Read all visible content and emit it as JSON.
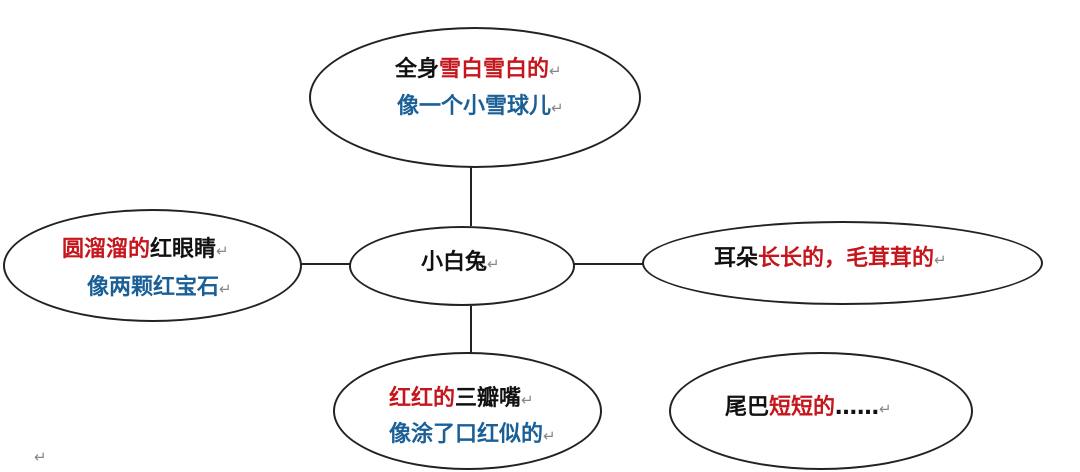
{
  "center": {
    "text": "小白兔"
  },
  "top": {
    "line1": {
      "p1": "全身",
      "p2": "雪白雪白的"
    },
    "line2": "像一个小雪球儿"
  },
  "left": {
    "line1": {
      "p1": "圆溜溜的",
      "p2": "红眼睛"
    },
    "line2": "像两颗红宝石"
  },
  "right": {
    "line1": {
      "p1": "耳朵",
      "p2": "长长的，毛茸茸的"
    }
  },
  "bottom": {
    "line1": {
      "p1": "红红的",
      "p2": "三瓣嘴"
    },
    "line2": "像涂了口红似的"
  },
  "extra": {
    "line1": {
      "p1": "尾巴",
      "p2": "短短的",
      "p3": "……"
    }
  },
  "paragraph_mark": "↵",
  "colors": {
    "red": "#c4161c",
    "blue": "#1a5f96",
    "black": "#111111"
  }
}
